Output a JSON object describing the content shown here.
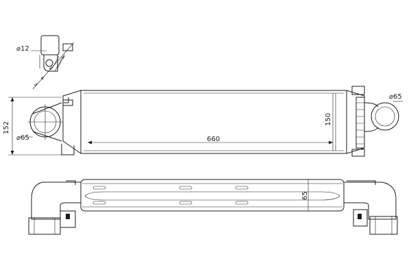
{
  "dimensions": {
    "dia_fitting": "⌀12",
    "height_outer": "152",
    "dia_left": "⌀65",
    "length_core": "660",
    "height_core": "150",
    "dia_right": "⌀65",
    "depth_core": "65"
  }
}
